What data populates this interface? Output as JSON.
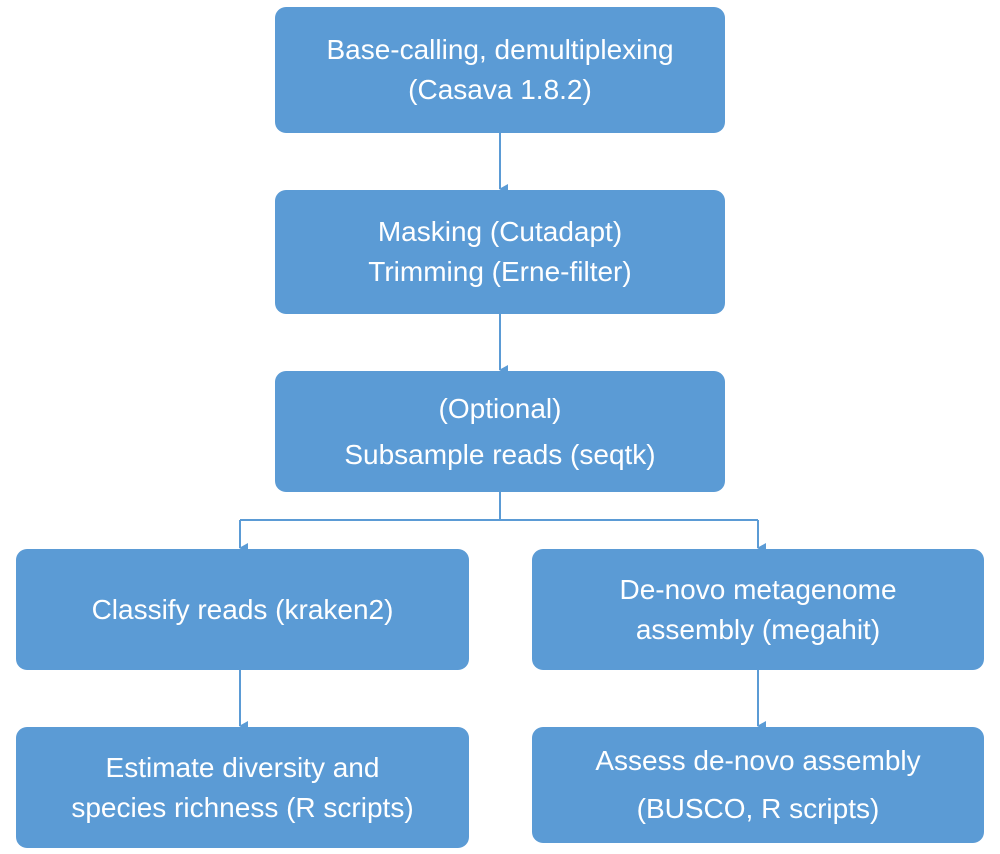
{
  "diagram": {
    "steps": {
      "basecalling": {
        "line1": "Base-calling, demultiplexing",
        "line2": "(Casava 1.8.2)"
      },
      "masking": {
        "line1": "Masking (Cutadapt)",
        "line2": "Trimming (Erne-filter)"
      },
      "subsample": {
        "line1": "(Optional)",
        "line2": "Subsample reads (seqtk)"
      },
      "classify": {
        "line1": "Classify reads (kraken2)"
      },
      "denovo": {
        "line1": "De-novo metagenome",
        "line2": "assembly (megahit)"
      },
      "estimate": {
        "line1": "Estimate diversity and",
        "line2": "species richness (R scripts)"
      },
      "assess": {
        "line1": "Assess de-novo assembly",
        "line2": "(BUSCO, R scripts)"
      }
    },
    "colors": {
      "box_fill": "#5b9bd5",
      "box_text": "#ffffff",
      "connector": "#5b9bd5"
    }
  }
}
